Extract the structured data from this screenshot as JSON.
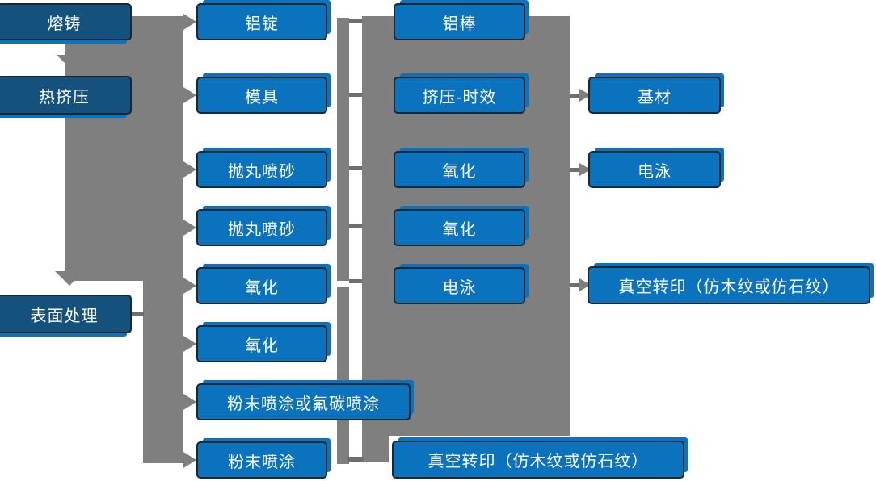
{
  "diagram_title": "Aluminum profile production process flow",
  "colors": {
    "process_box_blue": "#0b72bd",
    "stage_box_navy": "#14517d",
    "connector_gray": "#7f7f7f",
    "connector_stub_gray": "#6e6e6e",
    "box_border": "#1c2830",
    "text": "#ffffff"
  },
  "boxes": {
    "melting": "熔铸",
    "hot_extrusion": "热挤压",
    "surface_treatment": "表面处理",
    "aluminum_ingot": "铝锭",
    "mold": "模具",
    "shot_blasting_1": "抛丸喷砂",
    "shot_blasting_2": "抛丸喷砂",
    "oxidation_c2_1": "氧化",
    "oxidation_c2_2": "氧化",
    "powder_or_fluorocarbon": "粉末喷涂或氟碳喷涂",
    "powder_coating": "粉末喷涂",
    "aluminum_rod": "铝棒",
    "extrusion_aging": "挤压-时效",
    "oxidation_c3_1": "氧化",
    "oxidation_c3_2": "氧化",
    "electrophoresis_c3": "电泳",
    "vacuum_transfer_bottom": "真空转印（仿木纹或仿石纹）",
    "base_material": "基材",
    "electrophoresis_c4": "电泳",
    "vacuum_transfer_right": "真空转印（仿木纹或仿石纹）"
  },
  "edges": [
    {
      "from": "熔铸",
      "to": "铝锭"
    },
    {
      "from": "热挤压",
      "to": "模具"
    },
    {
      "from": "热挤压",
      "to": "表面处理"
    },
    {
      "from": "表面处理",
      "to": "抛丸喷砂 / 氧化 / 粉末喷涂或氟碳喷涂 / 粉末喷涂"
    },
    {
      "from": "铝锭/模具/抛丸喷砂/氧化",
      "to": "铝棒 / 挤压-时效 / 氧化 / 电泳"
    },
    {
      "from": "挤压-时效",
      "to": "基材"
    },
    {
      "from": "氧化",
      "to": "电泳"
    },
    {
      "from": "电泳",
      "to": "真空转印（仿木纹或仿石纹）"
    },
    {
      "from": "粉末喷涂",
      "to": "真空转印（仿木纹或仿石纹）"
    }
  ]
}
